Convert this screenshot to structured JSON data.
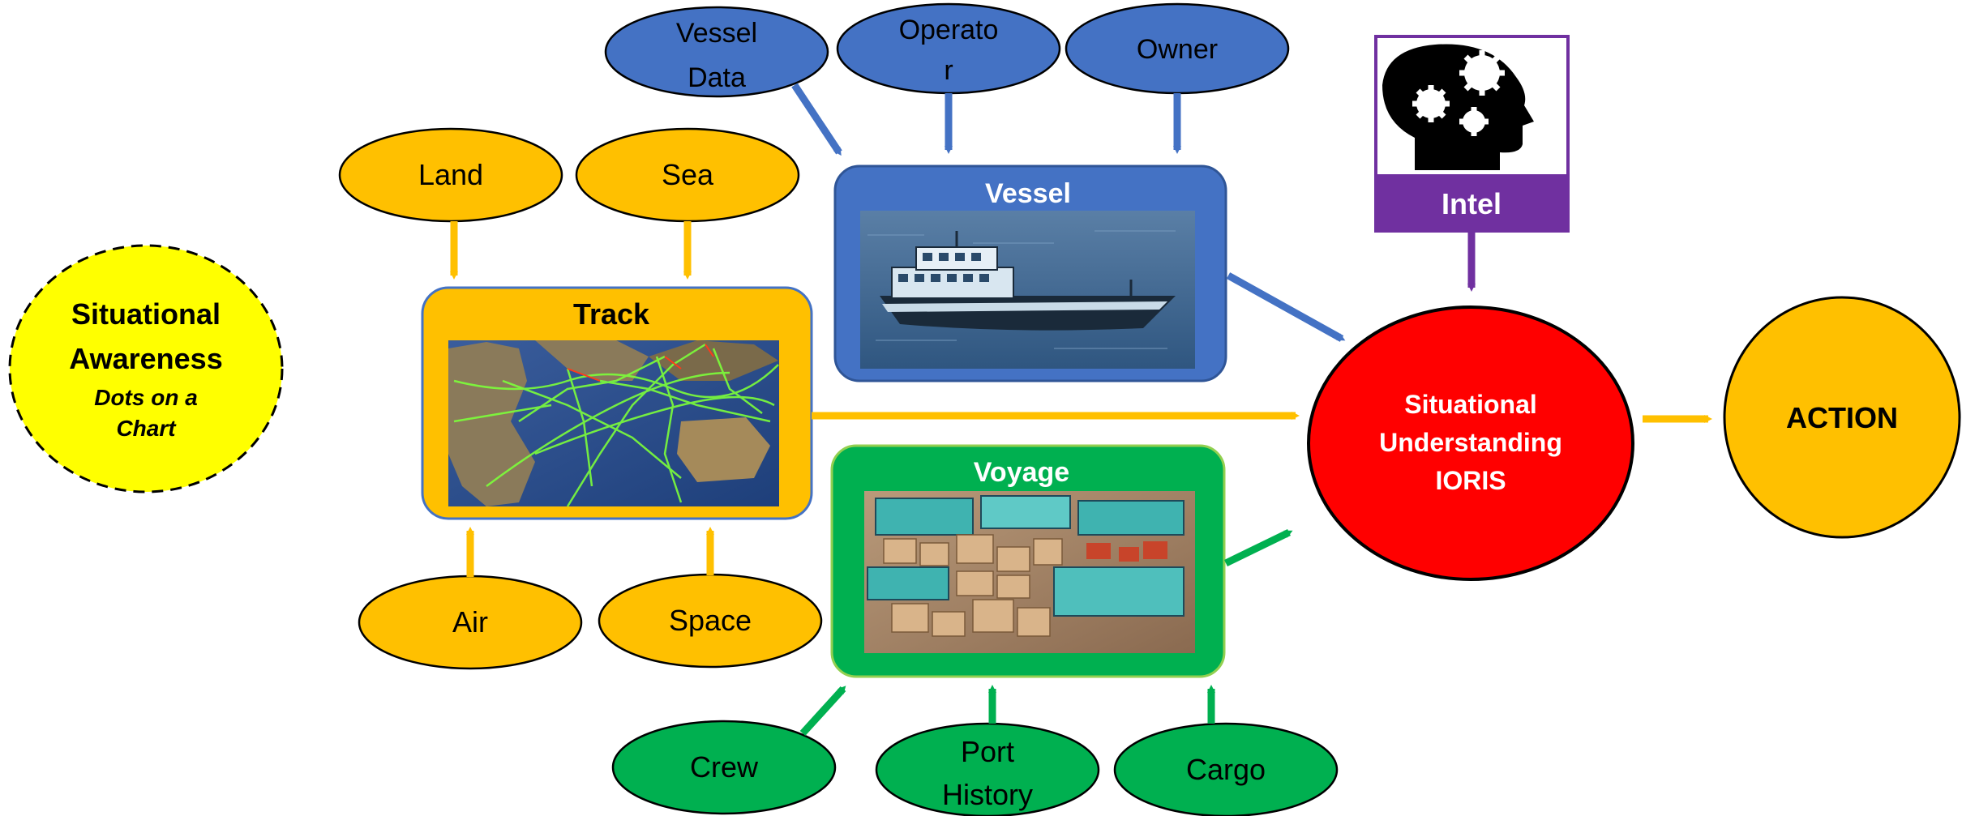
{
  "situational_awareness": {
    "title_line1": "Situational",
    "title_line2": "Awareness",
    "subtitle_line1": "Dots on a",
    "subtitle_line2": "Chart"
  },
  "vessel_inputs": {
    "vessel_data_line1": "Vessel",
    "vessel_data_line2": "Data",
    "operator_line1": "Operato",
    "operator_line2": "r",
    "owner": "Owner"
  },
  "track_inputs": {
    "land": "Land",
    "sea": "Sea",
    "air": "Air",
    "space": "Space"
  },
  "track": {
    "title": "Track"
  },
  "vessel": {
    "title": "Vessel"
  },
  "voyage": {
    "title": "Voyage"
  },
  "voyage_inputs": {
    "crew": "Crew",
    "port_history_line1": "Port",
    "port_history_line2": "History",
    "cargo": "Cargo"
  },
  "intel": {
    "label": "Intel"
  },
  "understanding": {
    "line1": "Situational",
    "line2": "Understanding",
    "line3": "IORIS"
  },
  "action": {
    "label": "ACTION"
  },
  "colors": {
    "yellow": "#ffc000",
    "blue": "#4472c4",
    "green": "#00b050",
    "purple": "#7030a0",
    "red": "#ff0000",
    "bright_yellow": "#ffff00"
  },
  "icons": [
    "head-gears-icon"
  ]
}
